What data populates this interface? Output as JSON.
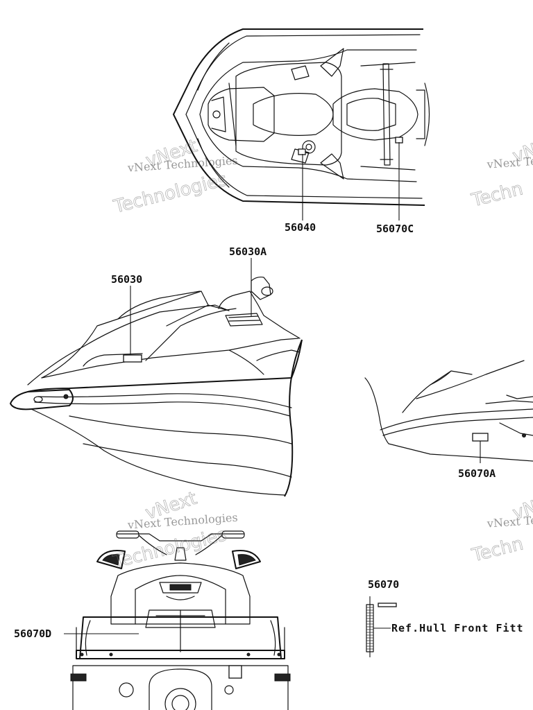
{
  "labels": {
    "p56040": "56040",
    "p56070c": "56070C",
    "p56030a": "56030A",
    "p56030": "56030",
    "p56070a": "56070A",
    "p56070d": "56070D",
    "p56070": "56070"
  },
  "reference": {
    "hull_front_fitting": "Ref.Hull Front Fitt"
  },
  "watermarks": {
    "small_text": "vNext Technologies",
    "big_line1": "vNext",
    "big_line2": "Technologies",
    "partial_small": "vNext Te",
    "partial_big_top": "vNe",
    "partial_big_bottom": "Techn"
  }
}
